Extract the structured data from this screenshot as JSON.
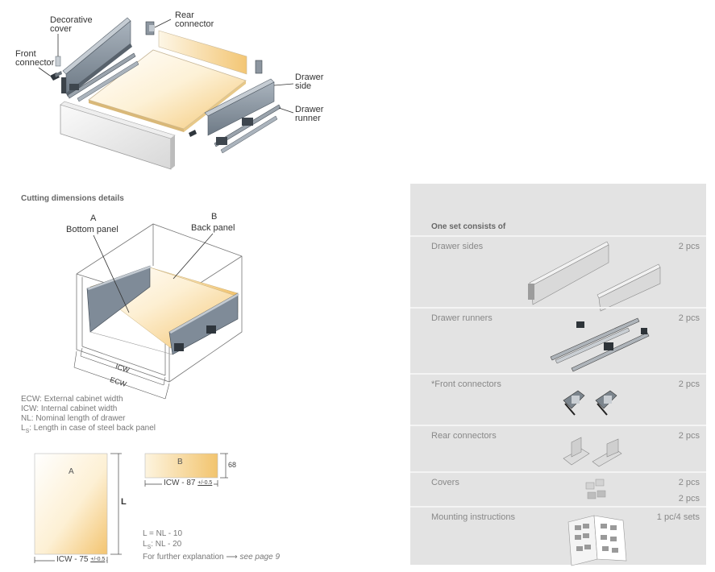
{
  "exploded": {
    "decorative_cover": [
      "Decorative",
      "cover"
    ],
    "rear_connector": [
      "Rear",
      "connector"
    ],
    "front_connector": [
      "Front",
      "connector"
    ],
    "drawer_side": [
      "Drawer",
      "side"
    ],
    "drawer_runner": [
      "Drawer",
      "runner"
    ]
  },
  "cutting": {
    "heading": "Cutting dimensions details",
    "label_a": "A",
    "label_a_name": "Bottom panel",
    "label_b": "B",
    "label_b_name": "Back panel",
    "icw": "ICW",
    "ecw": "ECW",
    "legend": [
      "ECW: External cabinet width",
      "ICW: Internal cabinet width",
      "NL: Nominal length of drawer"
    ],
    "legend_ls_prefix": "L",
    "legend_ls_sub": "S",
    "legend_ls_text": ": Length in case of steel back panel"
  },
  "panels": {
    "a_label": "A",
    "a_width": "ICW - 75",
    "a_tol": "+/-0.5",
    "l_label": "L",
    "b_label": "B",
    "b_height": "68",
    "b_width": "ICW - 87",
    "b_tol": "+/-0.5",
    "formula1": "L = NL - 10",
    "formula2_prefix": "L",
    "formula2_sub": "S",
    "formula2_text": ": NL - 20",
    "further_text": "For further explanation",
    "further_link": "see page 9"
  },
  "set": {
    "title": "One set consists of",
    "items": [
      {
        "name": "Drawer sides",
        "qty": "2 pcs"
      },
      {
        "name": "Drawer runners",
        "qty": "2 pcs"
      },
      {
        "name": "*Front connectors",
        "qty": "2 pcs"
      },
      {
        "name": "Rear connectors",
        "qty": "2 pcs"
      },
      {
        "name": "Covers",
        "qty": "2 pcs",
        "qty2": "2 pcs"
      },
      {
        "name": "Mounting instructions",
        "qty": "1 pc/4 sets"
      }
    ]
  },
  "colors": {
    "panel_bg": "#e3e3e3",
    "metal": "#8c97a3",
    "wood_light": "#fdf3dc",
    "wood_dark": "#f2c673"
  }
}
